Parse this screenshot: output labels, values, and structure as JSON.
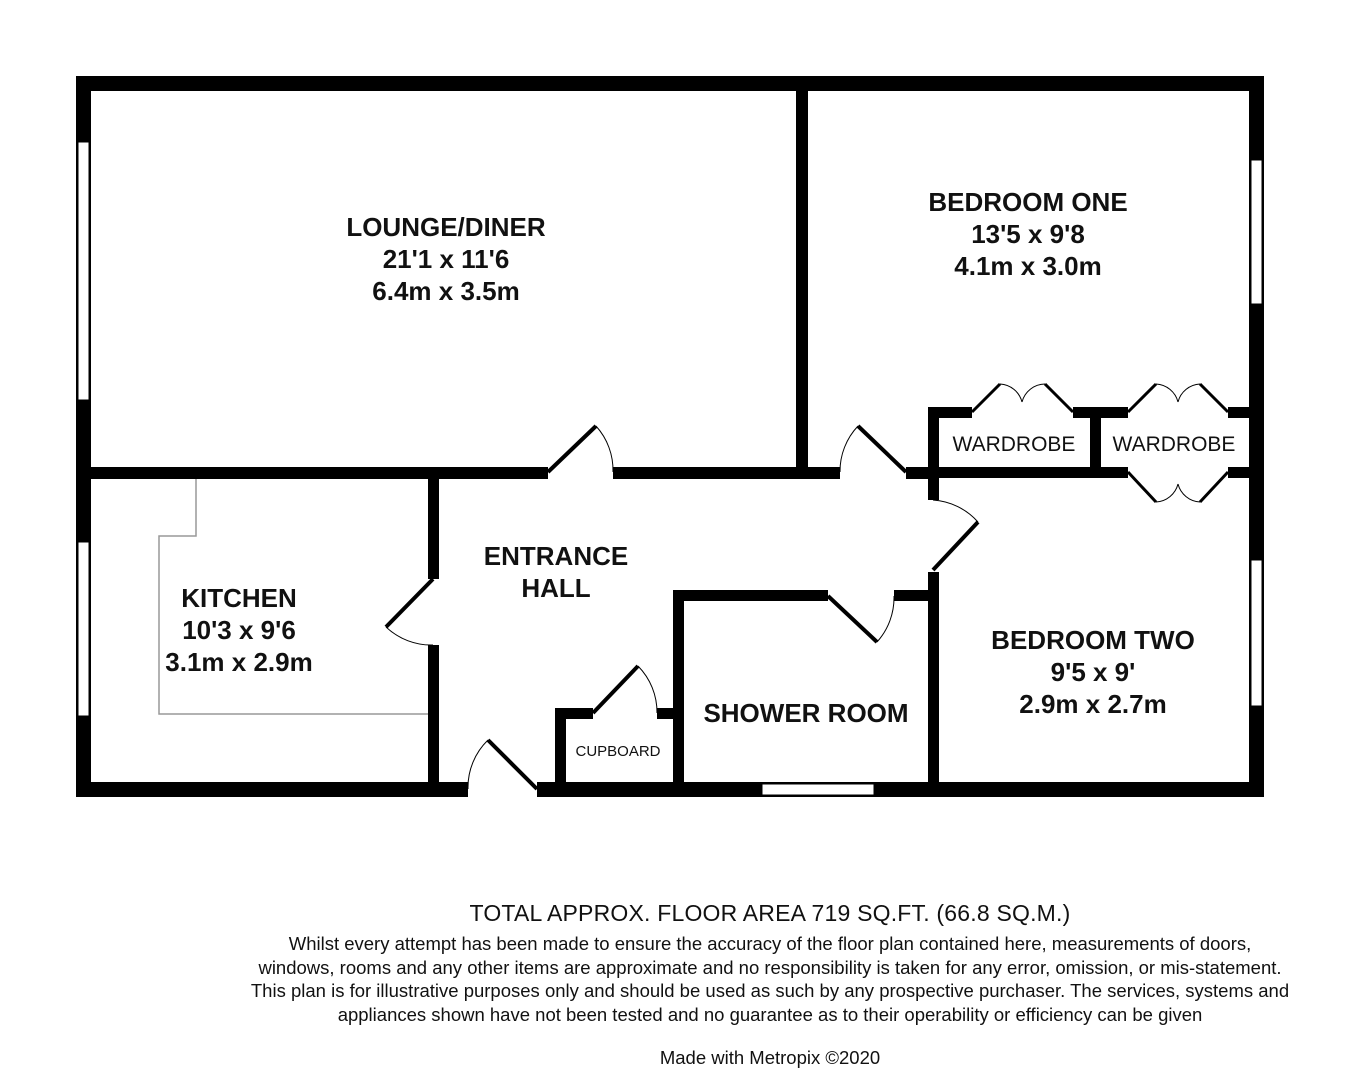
{
  "rooms": {
    "lounge": {
      "name": "LOUNGE/DINER",
      "imperial": "21'1 x 11'6",
      "metric": "6.4m x 3.5m"
    },
    "bedroom_one": {
      "name": "BEDROOM ONE",
      "imperial": "13'5 x 9'8",
      "metric": "4.1m x 3.0m"
    },
    "kitchen": {
      "name": "KITCHEN",
      "imperial": "10'3 x 9'6",
      "metric": "3.1m x 2.9m"
    },
    "entrance_hall": {
      "line1": "ENTRANCE",
      "line2": "HALL"
    },
    "shower_room": {
      "name": "SHOWER ROOM"
    },
    "bedroom_two": {
      "name": "BEDROOM TWO",
      "imperial": "9'5 x 9'",
      "metric": "2.9m x 2.7m"
    },
    "wardrobe_1": "WARDROBE",
    "wardrobe_2": "WARDROBE",
    "cupboard": "CUPBOARD"
  },
  "footer": {
    "total_area": "TOTAL APPROX. FLOOR AREA 719 SQ.FT. (66.8 SQ.M.)",
    "disclaimer": "Whilst every attempt has been made to ensure the accuracy of the floor plan contained here, measurements of doors, windows, rooms and any other items are approximate and no responsibility is taken for any error, omission, or mis-statement. This plan is for illustrative purposes only and should be used as such by any prospective purchaser. The services, systems and appliances shown have not been tested and no guarantee as to their operability or efficiency can be given",
    "credit": "Made with Metropix ©2020"
  }
}
